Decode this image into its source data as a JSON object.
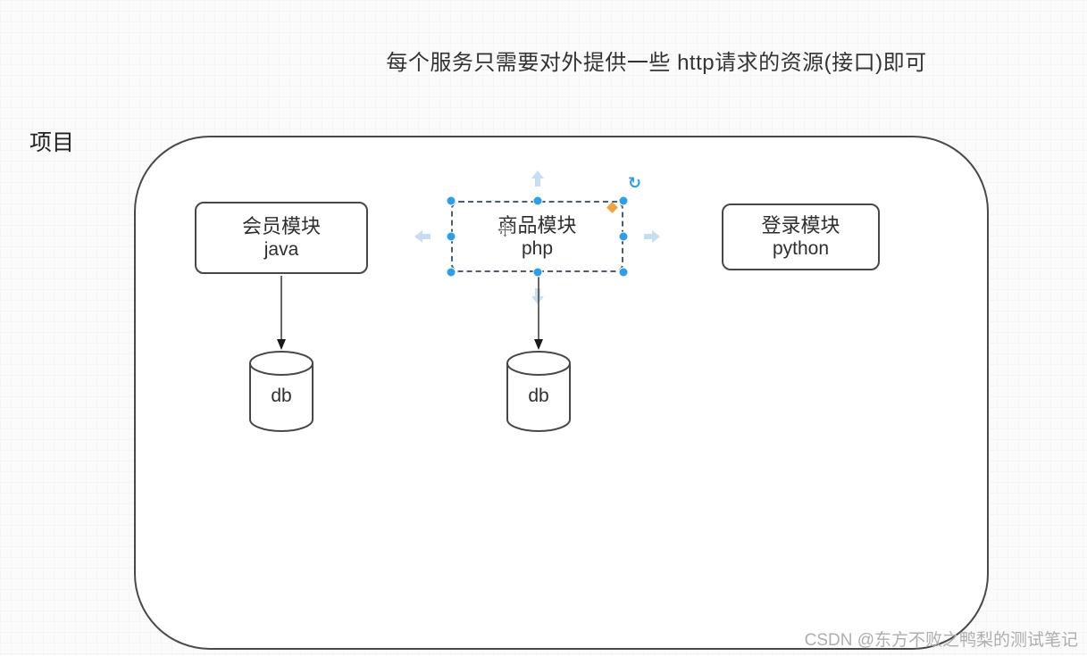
{
  "canvas": {
    "title": "每个服务只需要对外提供一些 http请求的资源(接口)即可",
    "project_label": "项目",
    "watermark": "CSDN @东方不败之鸭梨的测试笔记"
  },
  "modules": [
    {
      "name": "会员模块",
      "lang": "java",
      "selected": false
    },
    {
      "name": "商品模块",
      "lang": "php",
      "selected": true
    },
    {
      "name": "登录模块",
      "lang": "python",
      "selected": false
    }
  ],
  "databases": [
    {
      "label": "db"
    },
    {
      "label": "db"
    }
  ],
  "selection": {
    "rotate_icon_glyph": "↻",
    "handle_color": "#2d9fe8",
    "dash_color": "#4e5d6b",
    "direction_arrow_color": "#c7ddf1",
    "marker_color": "#f0a23c"
  },
  "colors": {
    "shape_stroke": "#474747",
    "text": "#2e2e2e",
    "watermark": "#aeaeae",
    "canvas_bg": "#fbfbfb"
  }
}
